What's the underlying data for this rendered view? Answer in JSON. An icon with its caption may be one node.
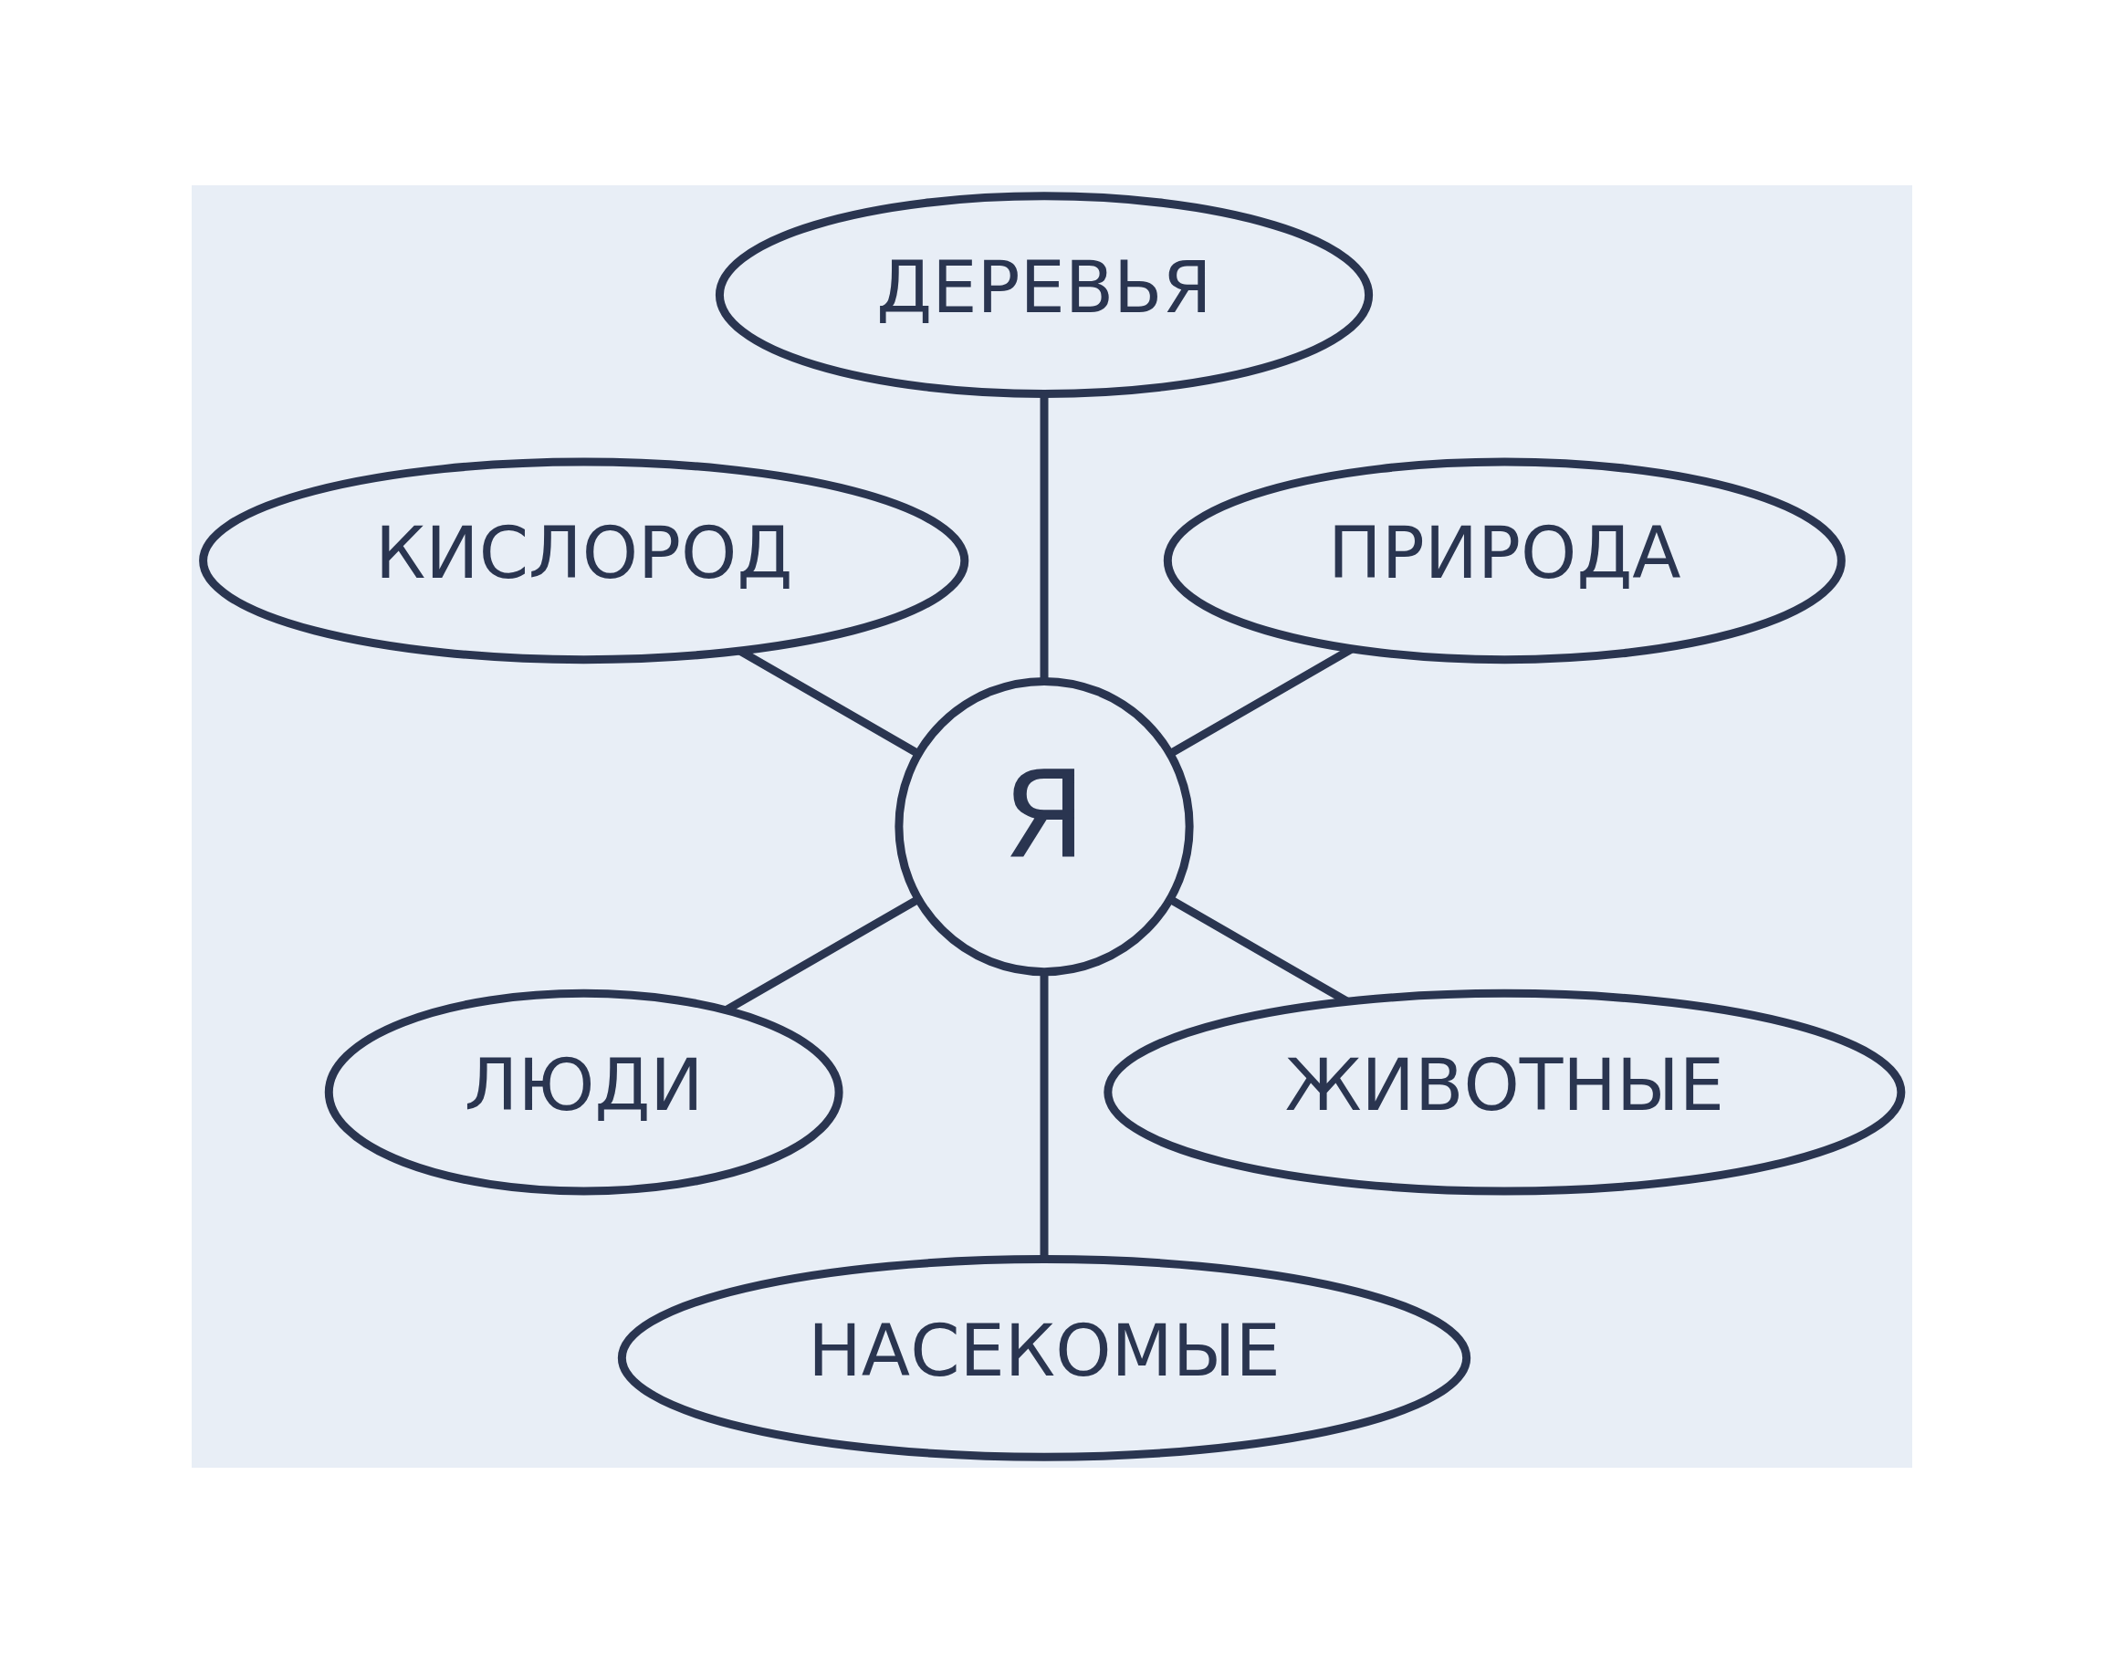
{
  "diagram": {
    "nodes": [
      {
        "text": [
          "ПРИРОДА"
        ]
      },
      {
        "text": [
          "ДЕРЕВЬЯ"
        ]
      },
      {
        "text": [
          "КИСЛОРОД"
        ]
      },
      {
        "text": [
          "Я"
        ]
      },
      {
        "text": [
          "ЛЮДИ"
        ]
      },
      {
        "text": [
          "НАСЕКОМЫЕ"
        ]
      },
      {
        "text": [
          "ЖИВОТНЫЕ"
        ]
      }
    ],
    "edges": [
      {
        "from": 3,
        "to": 0,
        "arrow": "none"
      },
      {
        "from": 3,
        "to": 2,
        "arrow": "none"
      },
      {
        "from": 3,
        "to": 4,
        "arrow": "none"
      },
      {
        "from": 3,
        "to": 6,
        "arrow": "none"
      },
      {
        "from": 3,
        "to": 5,
        "arrow": "none"
      },
      {
        "from": 3,
        "to": 1,
        "arrow": "none"
      }
    ]
  }
}
